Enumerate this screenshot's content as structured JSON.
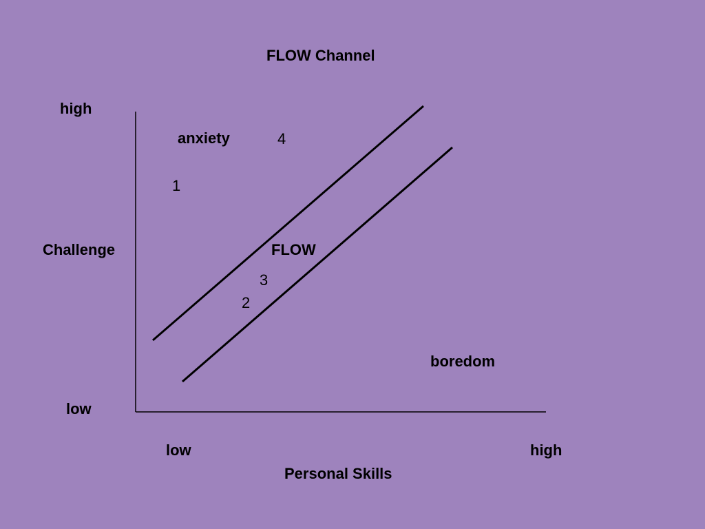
{
  "title": "FLOW Channel",
  "y_axis": {
    "label": "Challenge",
    "high": "high",
    "low": "low"
  },
  "x_axis": {
    "label": "Personal Skills",
    "low": "low",
    "high": "high"
  },
  "regions": {
    "anxiety": "anxiety",
    "flow": "FLOW",
    "boredom": "boredom"
  },
  "markers": {
    "m1": "1",
    "m2": "2",
    "m3": "3",
    "m4": "4"
  },
  "colors": {
    "background": "#9e83bd",
    "ink": "#000000"
  }
}
